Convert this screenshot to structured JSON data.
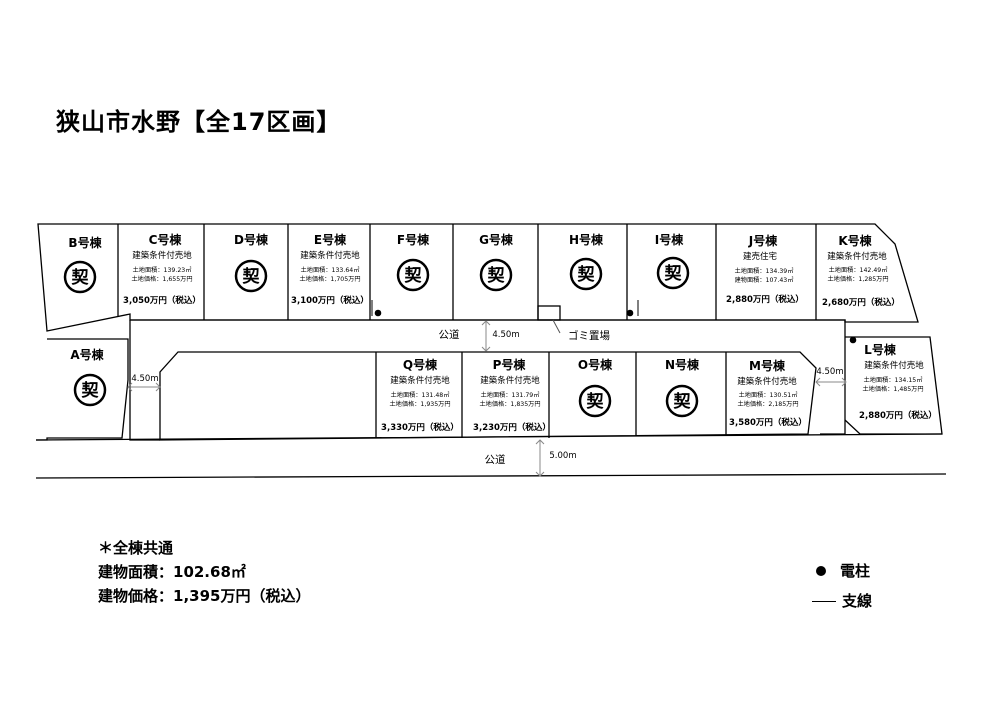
{
  "title": "狭山市水野【全17区画】",
  "kei_mark": "契",
  "lots": {
    "A": {
      "name": "A号棟"
    },
    "B": {
      "name": "B号棟"
    },
    "C": {
      "name": "C号棟",
      "cond": "建築条件付売地",
      "land_area": "土地面積：139.23㎡",
      "land_price": "土地価格：1,655万円",
      "price": "3,050万円（税込）"
    },
    "D": {
      "name": "D号棟"
    },
    "E": {
      "name": "E号棟",
      "cond": "建築条件付売地",
      "land_area": "土地面積：133.64㎡",
      "land_price": "土地価格：1,705万円",
      "price": "3,100万円（税込）"
    },
    "F": {
      "name": "F号棟"
    },
    "G": {
      "name": "G号棟"
    },
    "H": {
      "name": "H号棟"
    },
    "I": {
      "name": "I号棟"
    },
    "J": {
      "name": "J号棟",
      "cond": "建売住宅",
      "land_area": "土地面積：134.39㎡",
      "bldg_area": "建物面積：107.43㎡",
      "price": "2,880万円（税込）"
    },
    "K": {
      "name": "K号棟",
      "cond": "建築条件付売地",
      "land_area": "土地面積：142.49㎡",
      "land_price": "土地価格：1,285万円",
      "price": "2,680万円（税込）"
    },
    "L": {
      "name": "L号棟",
      "cond": "建築条件付売地",
      "land_area": "土地面積：134.15㎡",
      "land_price": "土地価格：1,485万円",
      "price": "2,880万円（税込）"
    },
    "M": {
      "name": "M号棟",
      "cond": "建築条件付売地",
      "land_area": "土地面積：130.51㎡",
      "land_price": "土地価格：2,185万円",
      "price": "3,580万円（税込）"
    },
    "N": {
      "name": "N号棟"
    },
    "O": {
      "name": "O号棟"
    },
    "P": {
      "name": "P号棟",
      "cond": "建築条件付売地",
      "land_area": "土地面積：131.79㎡",
      "land_price": "土地価格：1,835万円",
      "price": "3,230万円（税込）"
    },
    "Q": {
      "name": "Q号棟",
      "cond": "建築条件付売地",
      "land_area": "土地面積：131.48㎡",
      "land_price": "土地価格：1,935万円",
      "price": "3,330万円（税込）"
    }
  },
  "roads": {
    "label": "公道",
    "inner_width": "4.50m",
    "main_width": "5.00m",
    "left_width": "4.50m",
    "right_width": "4.50m",
    "garbage": "ゴミ置場"
  },
  "common": {
    "heading": "＊全棟共通",
    "bldg_area": "建物面積：102.68㎡",
    "bldg_price": "建物価格：1,395万円（税込）"
  },
  "legend": {
    "pole": "電柱",
    "guy_wire": "支線"
  }
}
